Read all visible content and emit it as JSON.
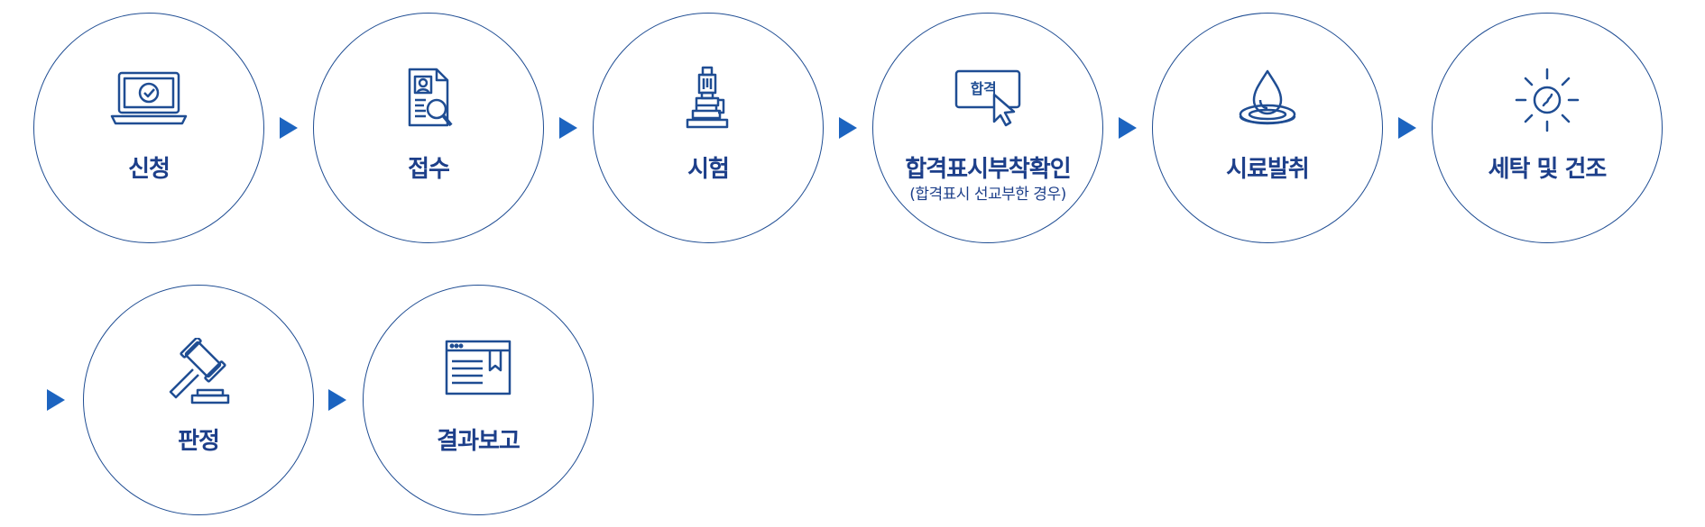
{
  "steps": [
    {
      "label": "신청",
      "icon": "laptop-check-icon"
    },
    {
      "label": "접수",
      "icon": "document-search-icon"
    },
    {
      "label": "시험",
      "icon": "microscope-icon"
    },
    {
      "label": "합격표시부착확인",
      "sub": "(합격표시 선교부한 경우)",
      "icon": "pass-badge-cursor-icon",
      "badge": "합격"
    },
    {
      "label": "시료발취",
      "icon": "water-drop-icon"
    },
    {
      "label": "세탁 및 건조",
      "icon": "sun-icon"
    },
    {
      "label": "판정",
      "icon": "gavel-icon"
    },
    {
      "label": "결과보고",
      "icon": "report-window-icon"
    }
  ],
  "colors": {
    "circle_border": "#1f4d93",
    "text": "#1d3f8a",
    "arrow": "#1c64c0",
    "icon": "#1f4d93"
  }
}
